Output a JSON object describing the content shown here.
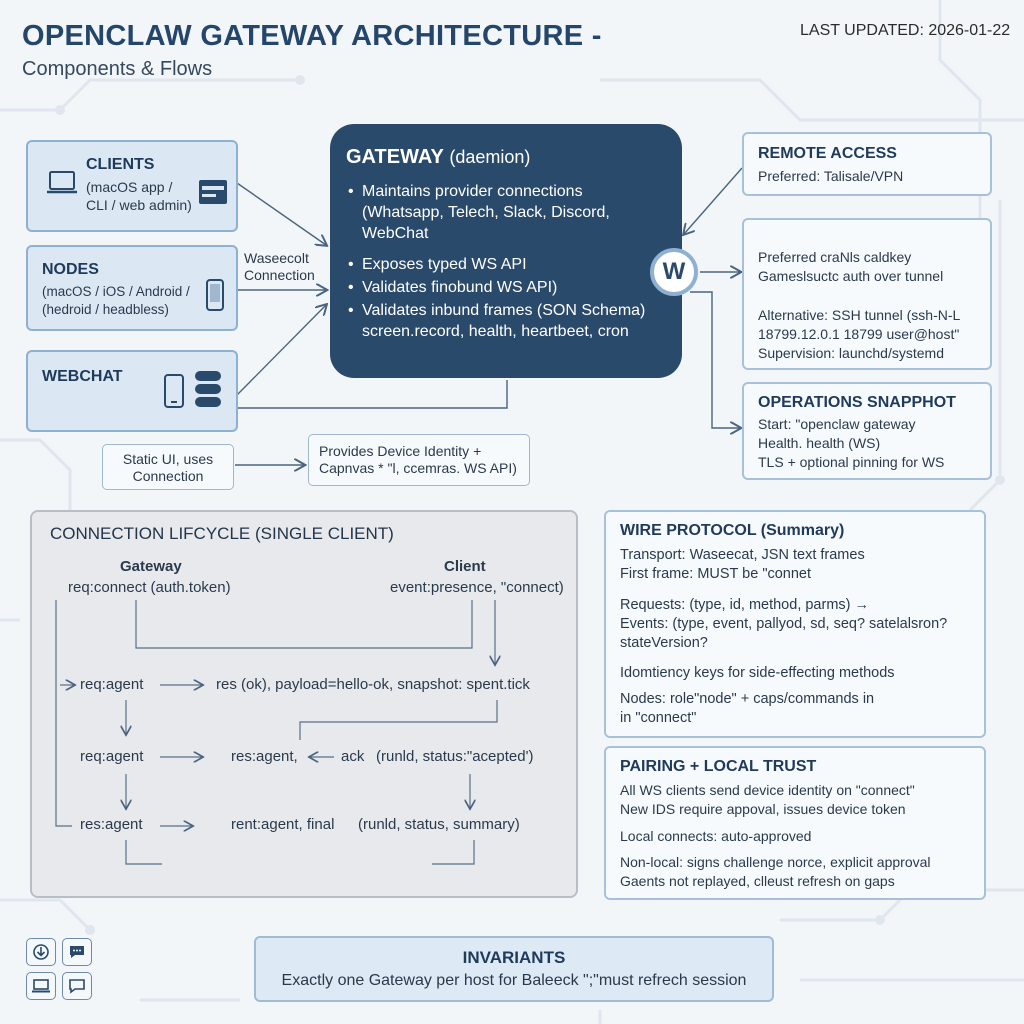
{
  "header": {
    "title": "OPENCLAW GATEWAY ARCHITECTURE -",
    "subtitle": "Components & Flows",
    "updated": "LAST UPDATED: 2026-01-22"
  },
  "clients": {
    "title": "CLIENTS",
    "desc": "(macOS app /\nCLI / web admin)"
  },
  "nodes": {
    "title": "NODES",
    "desc": "(macOS / iOS / Android /\n(hedroid / headbless)"
  },
  "webchat": {
    "title": "WEBCHAT"
  },
  "ws_connection_label": "Waseecolt\nConnection",
  "static_ui": "Static UI, uses\nConnection",
  "device_identity": "Provides Device Identity +\nCapnvas * \"l, ccemras. WS API)",
  "gateway": {
    "title": "GATEWAY",
    "title_suffix": "(daemion)",
    "b1": "Maintains provider connections (Whatsapp, Telech, Slack, Discord, WebChat",
    "b2": "Exposes typed WS API",
    "b3": "Validates finobund WS API)",
    "b4": "Validates inbund frames (SON Schema) screen.record, health, heartbeet, cron",
    "badge": "W"
  },
  "remote_access": {
    "title": "REMOTE ACCESS",
    "text": "Preferred: Talisale/VPN"
  },
  "remote_details": {
    "l1": "Preferred craNls caldkey\nGameslsuctc auth over tunnel",
    "l2": "Alternative: SSH tunnel (ssh-N-L\n18799.12.0.1 18799 user@host\"\nSupervision: launchd/systemd"
  },
  "ops": {
    "title": "OPERATIONS SNAPPHOT",
    "text": "Start: \"openclaw gateway\nHealth. health (WS)\nTLS + optional pinning for WS"
  },
  "lifecycle": {
    "title": "CONNECTION LIFCYCLE (SINGLE CLIENT)",
    "gateway": "Gateway",
    "client": "Client",
    "r1_left": "req:connect (auth.token)",
    "r1_right": "event:presence, \"connect)",
    "r2_left": "req:agent",
    "r2_right": "res (ok), payload=hello-ok, snapshot: spent.tick",
    "r3_left": "req:agent",
    "r3_mid": "res:agent,",
    "r3_ack": "ack",
    "r3_right": "(runld, status:\"acepted')",
    "r4_left": "res:agent",
    "r4_mid": "rent:agent, final",
    "r4_right": "(runld, status, summary)"
  },
  "wire": {
    "title": "WIRE PROTOCOL (Summary)",
    "l1": "Transport: Waseecat, JSN text frames\nFirst frame: MUST be \"connet",
    "l2": "Requests: (type, id, method, parms) →\nEvents: (type, event, pallyod, sd, seq? satelalsron?\n     stateVersion?",
    "l3": "Idomtiency keys for side-effecting methods",
    "l4": "Nodes: role\"node\" + caps/commands in\nin \"connect\""
  },
  "pairing": {
    "title": "PAIRING + LOCAL TRUST",
    "l1": "All WS clients send device identity on \"connect\"\nNew IDS require appoval, issues device token",
    "l2": "Local connects: auto-approved",
    "l3": "Non-local: signs challenge norce, explicit approval\nGaents not replayed, clleust refresh on gaps"
  },
  "invariants": {
    "title": "INVARIANTS",
    "text": "Exactly one Gateway per host for Baleeck \";\"must refrech session"
  },
  "colors": {
    "gateway_bg": "#2a4a6c",
    "blue_box": "#dbe8f4",
    "accent": "#8fb1d1"
  }
}
